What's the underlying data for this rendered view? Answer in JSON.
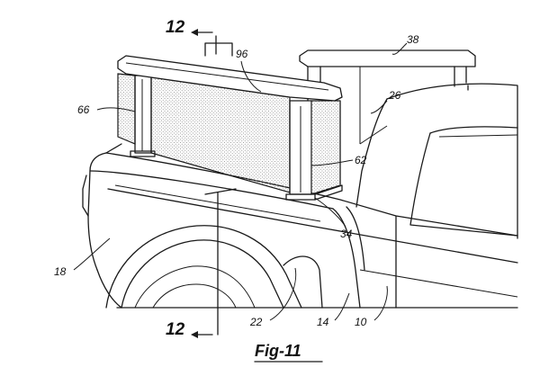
{
  "figure": {
    "caption": "Fig-11",
    "section_labels": [
      "12",
      "12"
    ],
    "reference_labels": {
      "frame_top": "38",
      "screen": "96",
      "post_left": "66",
      "cab": "26",
      "post_right": "62",
      "mount": "34",
      "fender": "18",
      "side_panel": "22",
      "bed_side": "14",
      "vehicle": "10"
    }
  },
  "colors": {
    "line": "#1a1a1a",
    "stipple": "#9a9a9a",
    "background": "#ffffff"
  }
}
